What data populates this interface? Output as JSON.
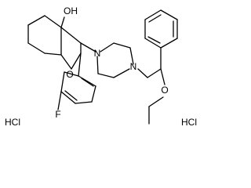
{
  "molecule": {
    "atom_labels": {
      "hydroxyl": "OH",
      "ring_oxygen": "O",
      "fluorine": "F",
      "nitrogen_a": "N",
      "nitrogen_b": "N",
      "ether_oxygen": "O"
    },
    "counterions": {
      "left": "HCl",
      "right": "HCl"
    }
  }
}
